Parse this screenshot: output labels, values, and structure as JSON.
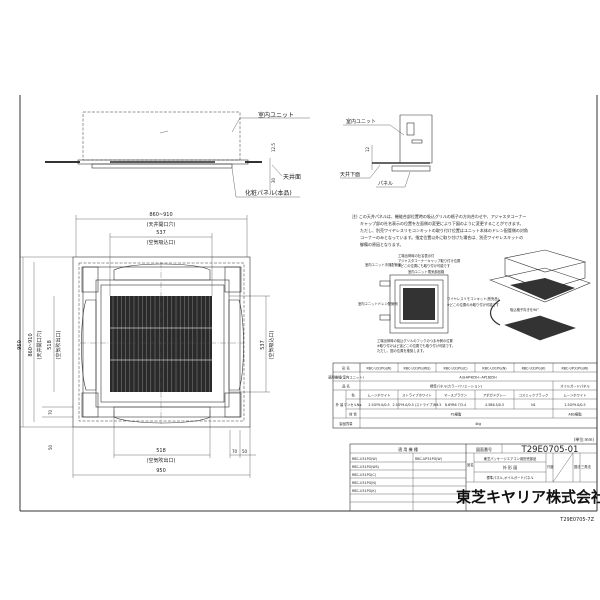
{
  "side_view": {
    "indoor_unit": "室内ユニット",
    "ceiling_surface": "天井面",
    "panel_label": "化粧パネル(本品)",
    "dim_12_5": "12.5",
    "dim_30": "30"
  },
  "detail_view": {
    "indoor_unit": "室内ユニット",
    "ceiling_under": "天井下面",
    "panel": "パネル",
    "dim_12": "12"
  },
  "plan_view": {
    "dim_opening_w": "860~910",
    "opening_label": "(天井開口穴)",
    "dim_537_top": "537",
    "intake_label": "(空気吸込口)",
    "dim_950_left": "950",
    "dim_opening_h": "860~910",
    "dim_518_left": "518",
    "outlet_label": "(空気吹出口)",
    "dim_537_right": "537",
    "dim_70_left": "70",
    "dim_50_left": "50",
    "dim_518_bottom": "518",
    "dim_70_right": "70",
    "dim_50_right": "50",
    "dim_950_bottom": "950"
  },
  "note": {
    "lines": [
      "注) この天井パネルは、機能合部位置時の吸込グリルの格子の方向合わせや、アジャスタコーナー",
      "キャップ部の社名表示の位置を左面側の変更により下図のように変更することができます。",
      "ただし、別売ワイヤレスリモコンキットの取り付け位置はユニット本体のドレン配管側の対角",
      "コーナーのみとなっています。指定位置以外に取り付けた場合は、別売ワイヤレスキットの",
      "御備の原因となります。"
    ],
    "callouts": [
      "工場出荷時の社名表示付",
      "アジャスタコーナーキャップ取り付け位置",
      "※どこの位置にも取り付け可能です",
      "室内ユニット冷媒配管側",
      "室内ユニット電気部品箱",
      "室内ユニットドレン配管側",
      "ワイヤレスリモコンキット(別売品)",
      "※どこの位置のみ取り付け可能です",
      "工場出荷時の吸込グリルのフックのつまみ側の位置",
      "※取り付けはど這どこの位置でも取り付け可能です。",
      "ただし、図の位置を推奨します。",
      "吸込格子向きを90°"
    ]
  },
  "spec_table": {
    "row_labels": [
      "形 名",
      "適用機種(室内ユニット)",
      "品 名",
      "色",
      "マンセルNo.",
      "材 質",
      "製品質量"
    ],
    "exterior_label": "外 装",
    "models": [
      "RBC-U31PG(W)",
      "RBC-U31PG(WS)",
      "RBC-U31PG(C)",
      "RBC-U31PG(N)",
      "RBC-U31PG(K)",
      "RBC-UP31PG(W)"
    ],
    "applicable": "A3J-AP405H~AP1605H",
    "product_std": "標準パネル(カラーバリエーション)",
    "product_oil": "オイルガードパネル",
    "colors": [
      "ムーンホワイト",
      "ストライプホワイト",
      "マースブラウン",
      "アボガドグレー",
      "コスミックブラック",
      "ムーンホワイト"
    ],
    "munsell": [
      "2.5GY9.0/0.5",
      "2.5GY9.0/0.5 (ストライプ)N9.5",
      "8.6YR6 7/3.4",
      "4.5B6.5/0.5",
      "N1",
      "2.5GY9.0/0.5"
    ],
    "material_std": "PS樹脂",
    "material_oil": "ABS樹脂",
    "weight": "4kg"
  },
  "title_block": {
    "unit": "(単位:mm)",
    "applicable_header": "適 用 機 種",
    "drawing_no_label": "図面番号",
    "drawing_no": "T29E0705-01",
    "models_col1": [
      "RBC-U31PG(W)",
      "RBC-U31PG(WS)",
      "RBC-U31PG(C)",
      "RBC-U31PG(N)",
      "RBC-U31PG(K)"
    ],
    "models_col2": [
      "RBC-UP31PG(W)"
    ],
    "name_label": "品名",
    "name_line1": "東芝パッケージエアコン用別売部品",
    "name_line2": "外 形 図",
    "name_line3": "標準パネル,オイルガードパネル",
    "scale_label": "尺度",
    "method_label": "図法",
    "method_value": "三角法",
    "company": "東芝キヤリア株式会社",
    "footer_code": "T29E0705-7Z"
  }
}
